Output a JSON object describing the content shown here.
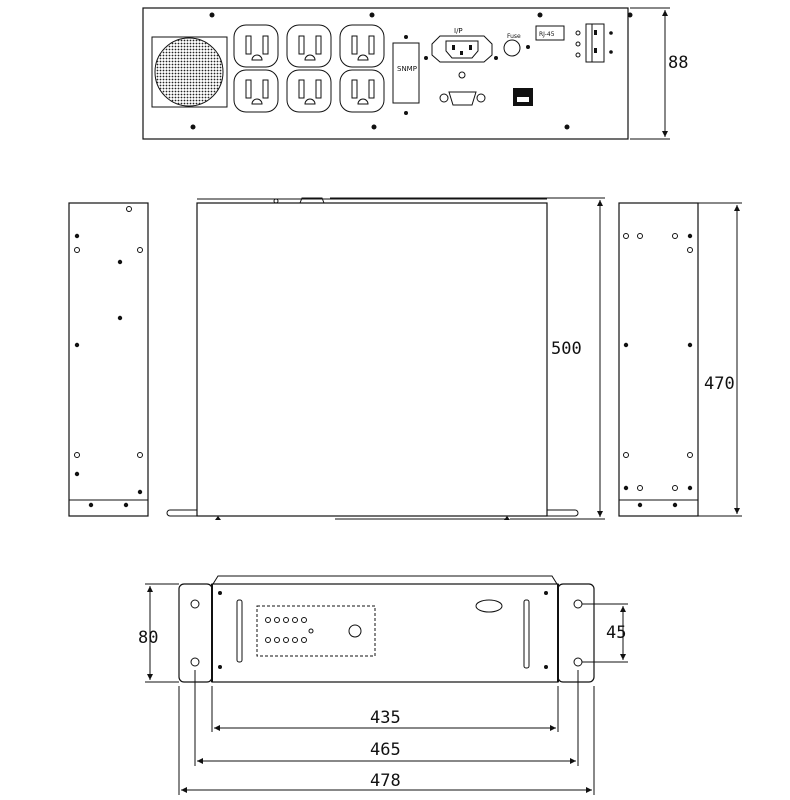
{
  "dimensions": {
    "height_front": "88",
    "depth_top": "500",
    "depth_side": "470",
    "height_rear": "80",
    "hole_spacing": "45",
    "width_inner": "435",
    "width_mount": "465",
    "width_overall": "478"
  },
  "labels": {
    "input": "I/P",
    "fuse": "Fuse",
    "rj45": "RJ-45",
    "snmp": "SNMP"
  }
}
